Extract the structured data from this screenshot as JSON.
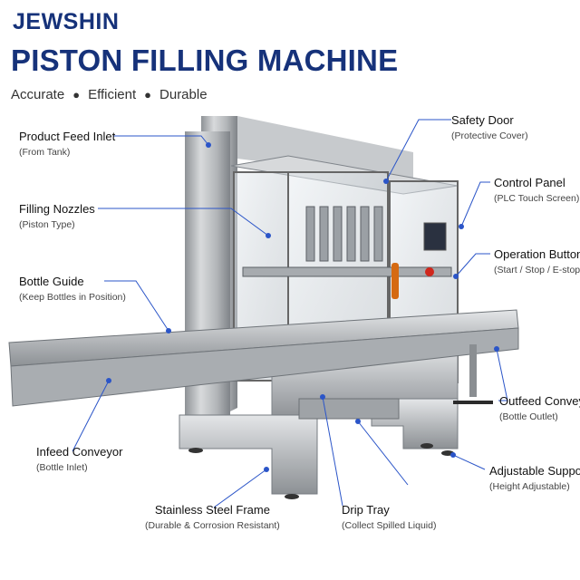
{
  "brand": {
    "logo_text": "JEWSHIN"
  },
  "header": {
    "title": "PISTON FILLING MACHINE",
    "tagline": [
      "Accurate",
      "Efficient",
      "Durable"
    ]
  },
  "callouts": {
    "product_feed_inlet": {
      "label": "Product Feed Inlet",
      "sub": "(From Tank)"
    },
    "filling_nozzles": {
      "label": "Filling Nozzles",
      "sub": "(Piston Type)"
    },
    "bottle_guide": {
      "label": "Bottle Guide",
      "sub": "(Keep Bottles in Position)"
    },
    "infeed_conveyor": {
      "label": "Infeed Conveyor",
      "sub": "(Bottle Inlet)"
    },
    "stainless_frame": {
      "label": "Stainless Steel Frame",
      "sub": "(Durable & Corrosion Resistant)"
    },
    "drip_tray": {
      "label": "Drip Tray",
      "sub": "(Collect Spilled Liquid)"
    },
    "safety_door": {
      "label": "Safety Door",
      "sub": "(Protective Cover)"
    },
    "control_panel": {
      "label": "Control Panel",
      "sub": "(PLC Touch Screen)"
    },
    "operation_buttons": {
      "label": "Operation Buttons",
      "sub": "(Start / Stop / E-stop)"
    },
    "outfeed_conveyor": {
      "label": "Outfeed Conveyor",
      "sub": "(Bottle Outlet)"
    },
    "adjustable_support": {
      "label": "Adjustable Support",
      "sub": "(Height Adjustable)"
    }
  },
  "colors": {
    "brand_blue": "#16327a",
    "leader_blue": "#2b55c8",
    "steel": "#b9bcbf"
  }
}
